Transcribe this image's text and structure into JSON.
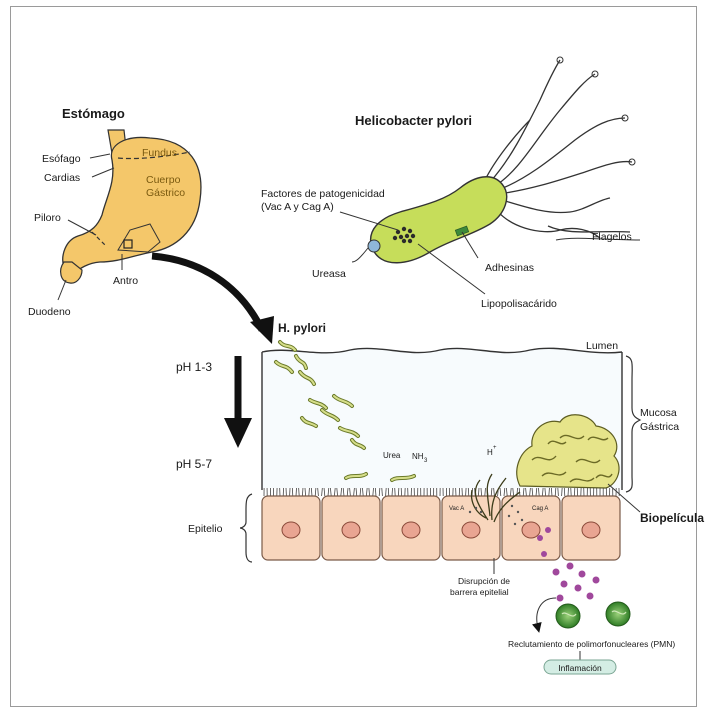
{
  "stomach": {
    "title": "Estómago",
    "fundus": "Fundus",
    "corpus_line1": "Cuerpo",
    "corpus_line2": "Gástrico",
    "esophagus": "Esófago",
    "cardia": "Cardias",
    "pylorus": "Piloro",
    "antrum": "Antro",
    "duodenum": "Duodeno"
  },
  "bacterium": {
    "title": "Helicobacter pylori",
    "factors_line1": "Factores de patogenicidad",
    "factors_line2": "(Vac A y Cag A)",
    "urease": "Ureasa",
    "adhesins": "Adhesinas",
    "lps": "Lipopolisacárido",
    "flagella": "Flagelos"
  },
  "mucosa": {
    "hpylori": "H. pylori",
    "lumen": "Lumen",
    "ph_top": "pH 1-3",
    "ph_bottom": "pH 5-7",
    "mucosa_line1": "Mucosa",
    "mucosa_line2": "Gástrica",
    "epithelium": "Epitelio",
    "urea": "Urea",
    "nh3": "NH",
    "nh3_sub": "3",
    "hplus": "H",
    "hplus_sup": "+",
    "vaca": "Vac A",
    "caga": "Cag A",
    "biofilm": "Biopelícula",
    "disruption_line1": "Disrupción de",
    "disruption_line2": "barrera epitelial",
    "pmn": "Reclutamiento de polimorfonucleares (PMN)",
    "inflammation": "Inflamación"
  },
  "colors": {
    "stomach_fill": "#f4c76a",
    "bacterium_fill": "#c6dd5a",
    "cell_fill": "#f8d6bd",
    "nucleus_fill": "#e9a592",
    "biofilm_fill": "#e6e48a",
    "pmn_fill": "#4f9e3c",
    "dot_fill": "#a0489c",
    "inflammation_fill": "#d4ede4"
  }
}
